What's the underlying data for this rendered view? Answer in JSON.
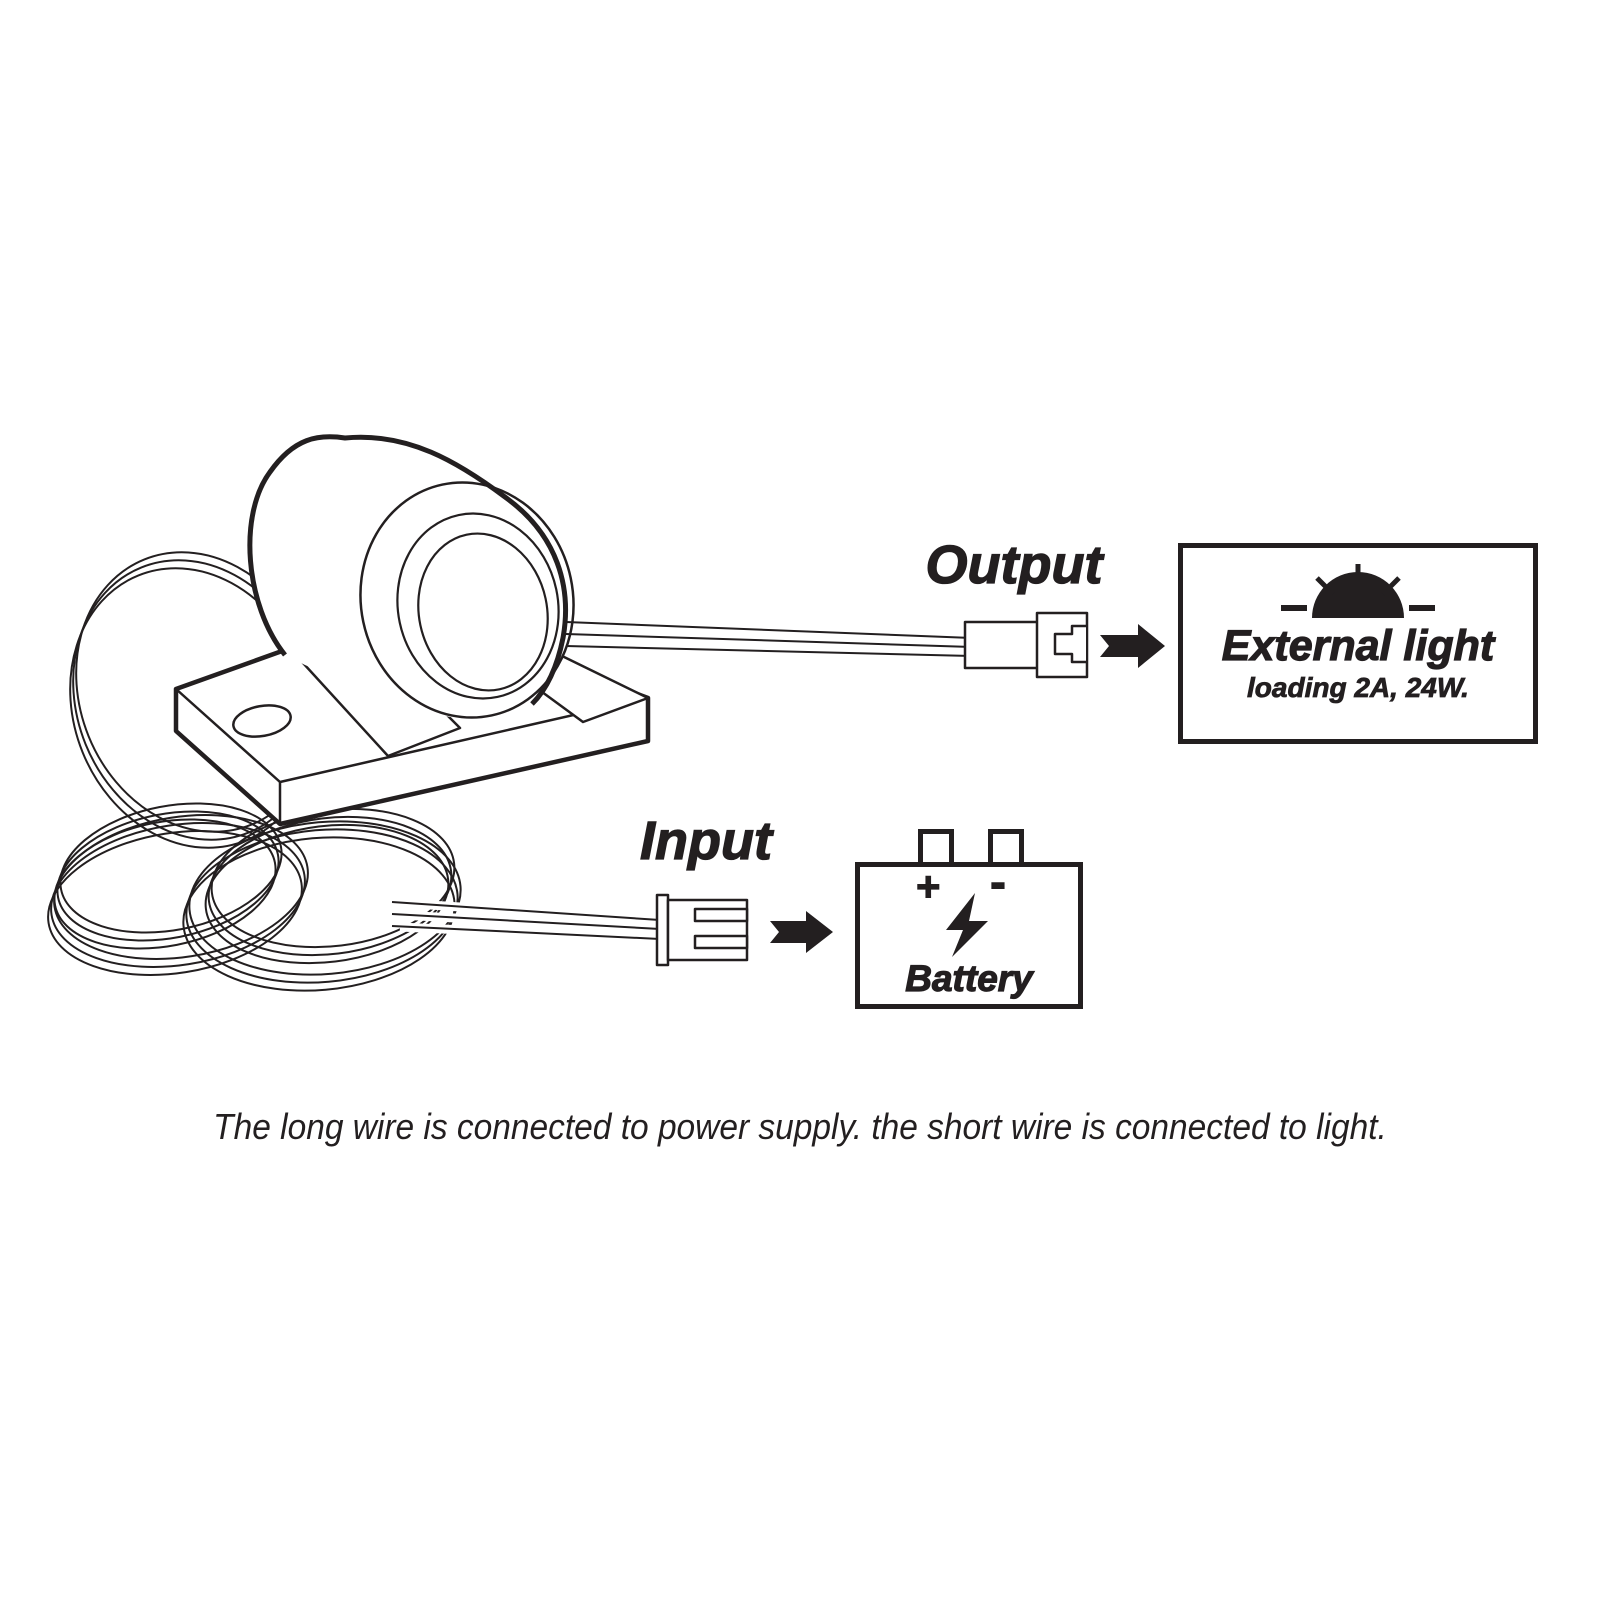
{
  "colors": {
    "line": "#231f20",
    "background": "#ffffff"
  },
  "device": {
    "description": "cylindrical sensor head on mounting bracket with coiled wire"
  },
  "output": {
    "label": "Output"
  },
  "input": {
    "label": "Input"
  },
  "external_light": {
    "title": "External light",
    "subtitle": "loading 2A, 24W.",
    "icon": "sun-icon"
  },
  "battery": {
    "label": "Battery",
    "plus": "+",
    "minus": "-",
    "icon": "lightning-icon"
  },
  "caption": "The long wire is connected to power supply. the short wire is connected to light."
}
